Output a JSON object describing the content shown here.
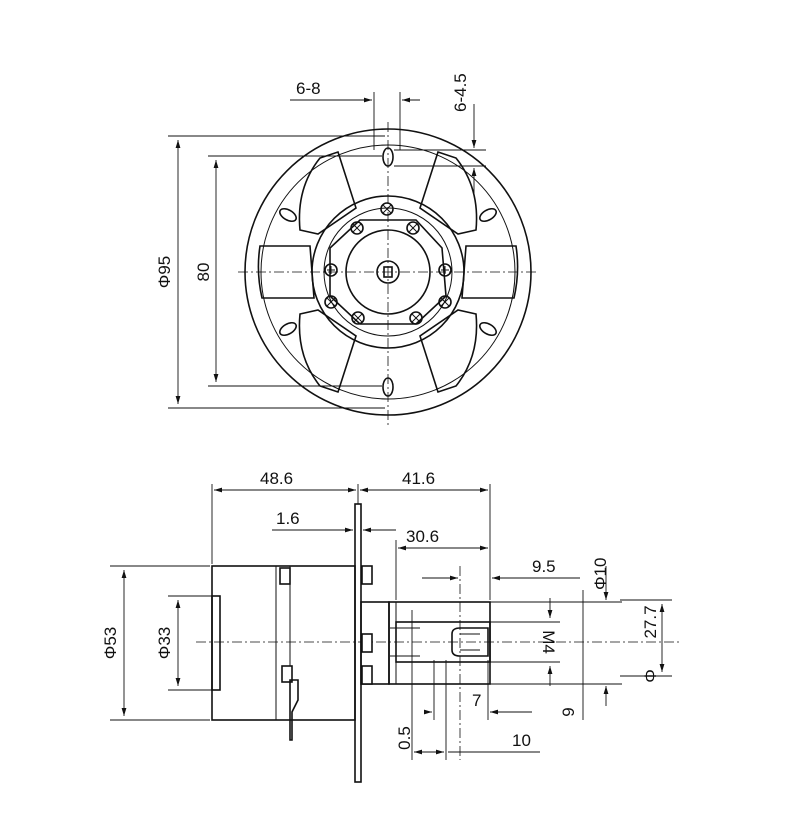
{
  "drawing": {
    "front_view": {
      "labels": {
        "outer_diameter": "Φ95",
        "bolt_circle": "80",
        "slot_width": "6-8",
        "slot_height": "6-4.5"
      }
    },
    "side_view": {
      "labels": {
        "body_length": "48.6",
        "shaft_total": "41.6",
        "flange_thickness": "1.6",
        "shaft_length": "30.6",
        "thread_length": "9.5",
        "shaft_diameter": "Φ10",
        "body_diameter": "Φ53",
        "boss_diameter": "Φ33",
        "thread_size": "M4",
        "pulley_span": "27.7",
        "pulley_diameter_partial": "Φ",
        "gap": "0.5",
        "key_width": "7",
        "key_length": "10",
        "groove_depth": "9"
      }
    }
  }
}
